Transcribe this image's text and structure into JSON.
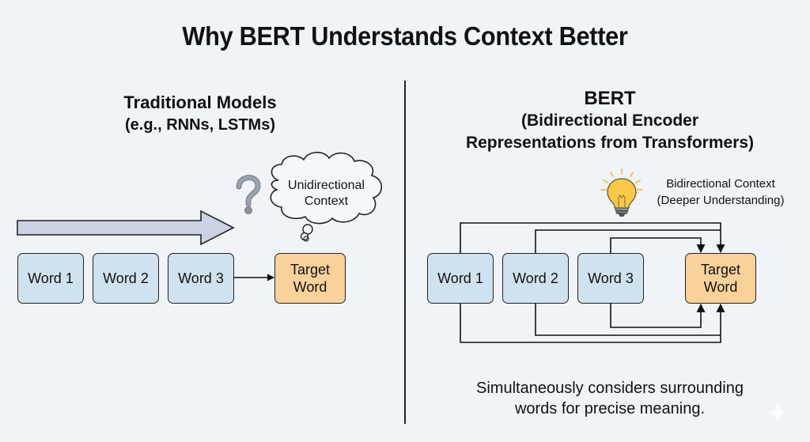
{
  "title": "Why BERT Understands Context Better",
  "colors": {
    "background": "#f0f4f8",
    "word_box": "#cfe2ef",
    "target_box": "#f9d29b",
    "arrow_fill": "#ccd3e2",
    "line": "#111111"
  },
  "traditional": {
    "heading": "Traditional Models",
    "subheading": "(e.g., RNNs, LSTMs)",
    "thought_bubble": {
      "line1": "Unidirectional",
      "line2": "Context"
    },
    "question_icon": "question-mark-icon",
    "words": [
      "Word 1",
      "Word 2",
      "Word 3"
    ],
    "target": {
      "line1": "Target",
      "line2": "Word"
    }
  },
  "bert": {
    "heading": "BERT",
    "subheading_line1": "(Bidirectional Encoder",
    "subheading_line2": "Representations from Transformers)",
    "bulb_icon": "light-bulb-icon",
    "bulb_text_line1": "Bidirectional Context",
    "bulb_text_line2": "(Deeper Understanding)",
    "words": [
      "Word 1",
      "Word 2",
      "Word 3"
    ],
    "target": {
      "line1": "Target",
      "line2": "Word"
    },
    "caption_line1": "Simultaneously considers surrounding",
    "caption_line2": "words for precise meaning."
  }
}
